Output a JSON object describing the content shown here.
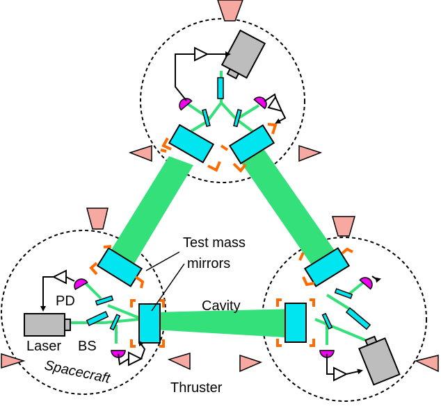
{
  "labels": {
    "test_mass_line1": "Test mass",
    "test_mass_line2": "mirrors",
    "cavity": "Cavity",
    "pd": "PD",
    "laser": "Laser",
    "bs": "BS",
    "spacecraft": "Spacecraft",
    "thruster": "Thruster"
  },
  "colors": {
    "beam": "#33e07a",
    "mirror": "#00e5f0",
    "bracket": "#ff6a00",
    "laser_body": "#bdbdbd",
    "photodiode": "#ee00ee",
    "thruster": "#f5a9a0",
    "outline": "#000000"
  },
  "icons": [
    "laser-icon",
    "photodiode-icon",
    "amplifier-icon",
    "beam-splitter-icon",
    "thruster-icon",
    "test-mass-mirror-icon"
  ]
}
